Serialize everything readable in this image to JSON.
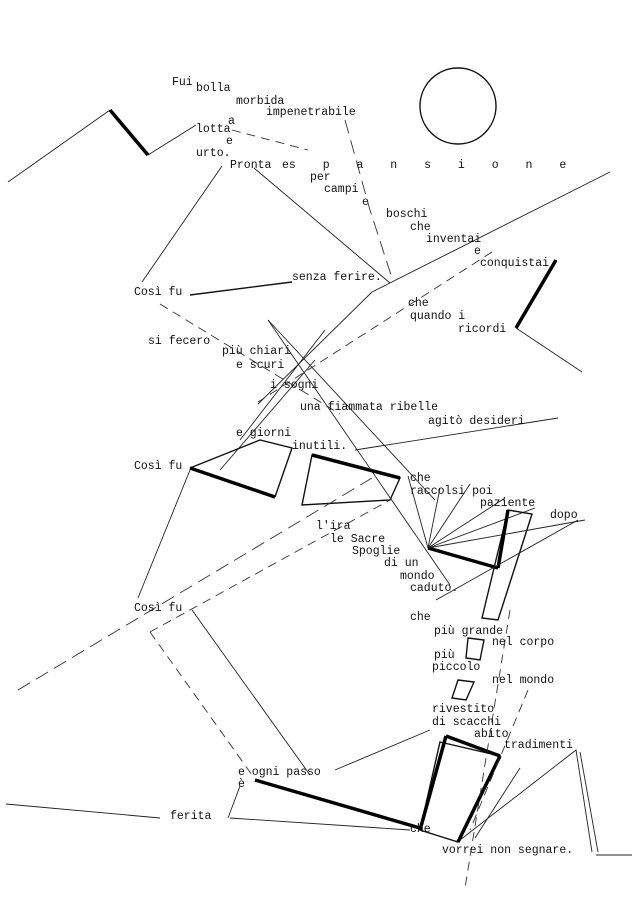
{
  "poem": {
    "l01": "Fui",
    "l02": "bolla",
    "l03": "morbida",
    "l04": "impenetrabile",
    "l05": "a",
    "l06": "lotta",
    "l07": "e",
    "l08": "urto.",
    "l09": "Pronta",
    "l10": "es p a n s i o n e",
    "l11": "per",
    "l12": "campi",
    "l13": "e",
    "l14": "boschi",
    "l15": "che",
    "l16": "inventai",
    "l17": "e",
    "l18": "conquistai",
    "l19": "Così fu",
    "l20": "senza ferire.",
    "l21": "che",
    "l22": "quando i",
    "l23": "ricordi",
    "l24": "si fecero",
    "l25": "più chiari",
    "l26": "e scuri",
    "l27": "i sogni",
    "l28": "una fiammata ribelle",
    "l29": "agitò desideri",
    "l30": "e giorni",
    "l31": "inutili.",
    "l32": "Così fu",
    "l33": "che",
    "l34": "raccolsi poi",
    "l35": "paziente",
    "l36": "dopo",
    "l37": "l'ira",
    "l38": "le Sacre",
    "l39": "Spoglie",
    "l40": "di un",
    "l41": "mondo",
    "l42": "caduto.",
    "l43": "Così fu",
    "l44": "che",
    "l45": "più grande",
    "l46": "nel corpo",
    "l47": "più",
    "l48": "piccolo",
    "l49": "nel mondo",
    "l50": "rivestito",
    "l51": "di scacchi",
    "l52": "abito",
    "l53": "tradimenti",
    "l54": "e ogni passo",
    "l55": "è",
    "l56": "ferita",
    "l57": "che",
    "l58": "vorrei non segnare."
  },
  "colors": {
    "ink": "#111111",
    "paper": "#ffffff"
  }
}
